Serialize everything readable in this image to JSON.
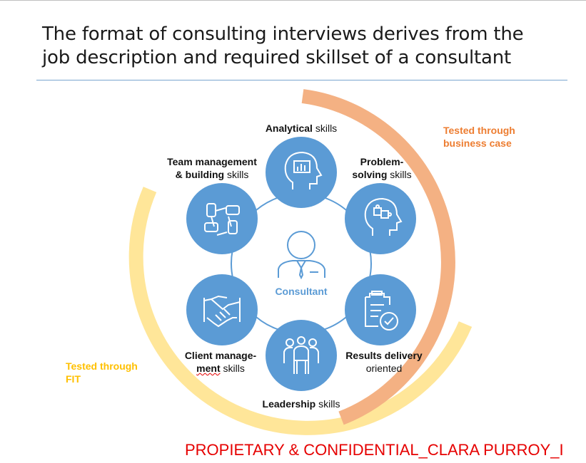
{
  "slide": {
    "title": "The format of consulting interviews derives from the job description and required skillset of a consultant",
    "footer": "PROPIETARY & CONFIDENTIAL_CLARA PURROY_I"
  },
  "center": {
    "label": "Consultant",
    "icon": "consultant-person-icon"
  },
  "skills": {
    "analytical": {
      "bold": "Analytical",
      "rest": " skills",
      "icon": "head-chart-icon"
    },
    "problem_solving": {
      "bold1": "Problem-",
      "bold2": "solving",
      "rest": " skills",
      "icon": "head-puzzle-icon"
    },
    "results": {
      "bold": "Results delivery",
      "line2": "oriented",
      "icon": "clipboard-check-icon"
    },
    "leadership": {
      "bold": "Leadership",
      "rest": " skills",
      "icon": "people-group-icon"
    },
    "client": {
      "bold1": "Client manage-",
      "bold2": "ment",
      "rest": " skills",
      "icon": "handshake-icon"
    },
    "team": {
      "bold1": "Team management",
      "bold2": "& building",
      "rest": " skills",
      "icon": "hands-together-icon"
    }
  },
  "arcs": {
    "business_case": {
      "line1": "Tested through",
      "line2": "business case",
      "color": "#f4b183"
    },
    "fit": {
      "line1": "Tested through",
      "line2": "FIT",
      "color": "#ffe699"
    }
  },
  "colors": {
    "circle": "#5b9bd5",
    "text_business": "#ed7d31",
    "text_fit": "#ffc000"
  }
}
